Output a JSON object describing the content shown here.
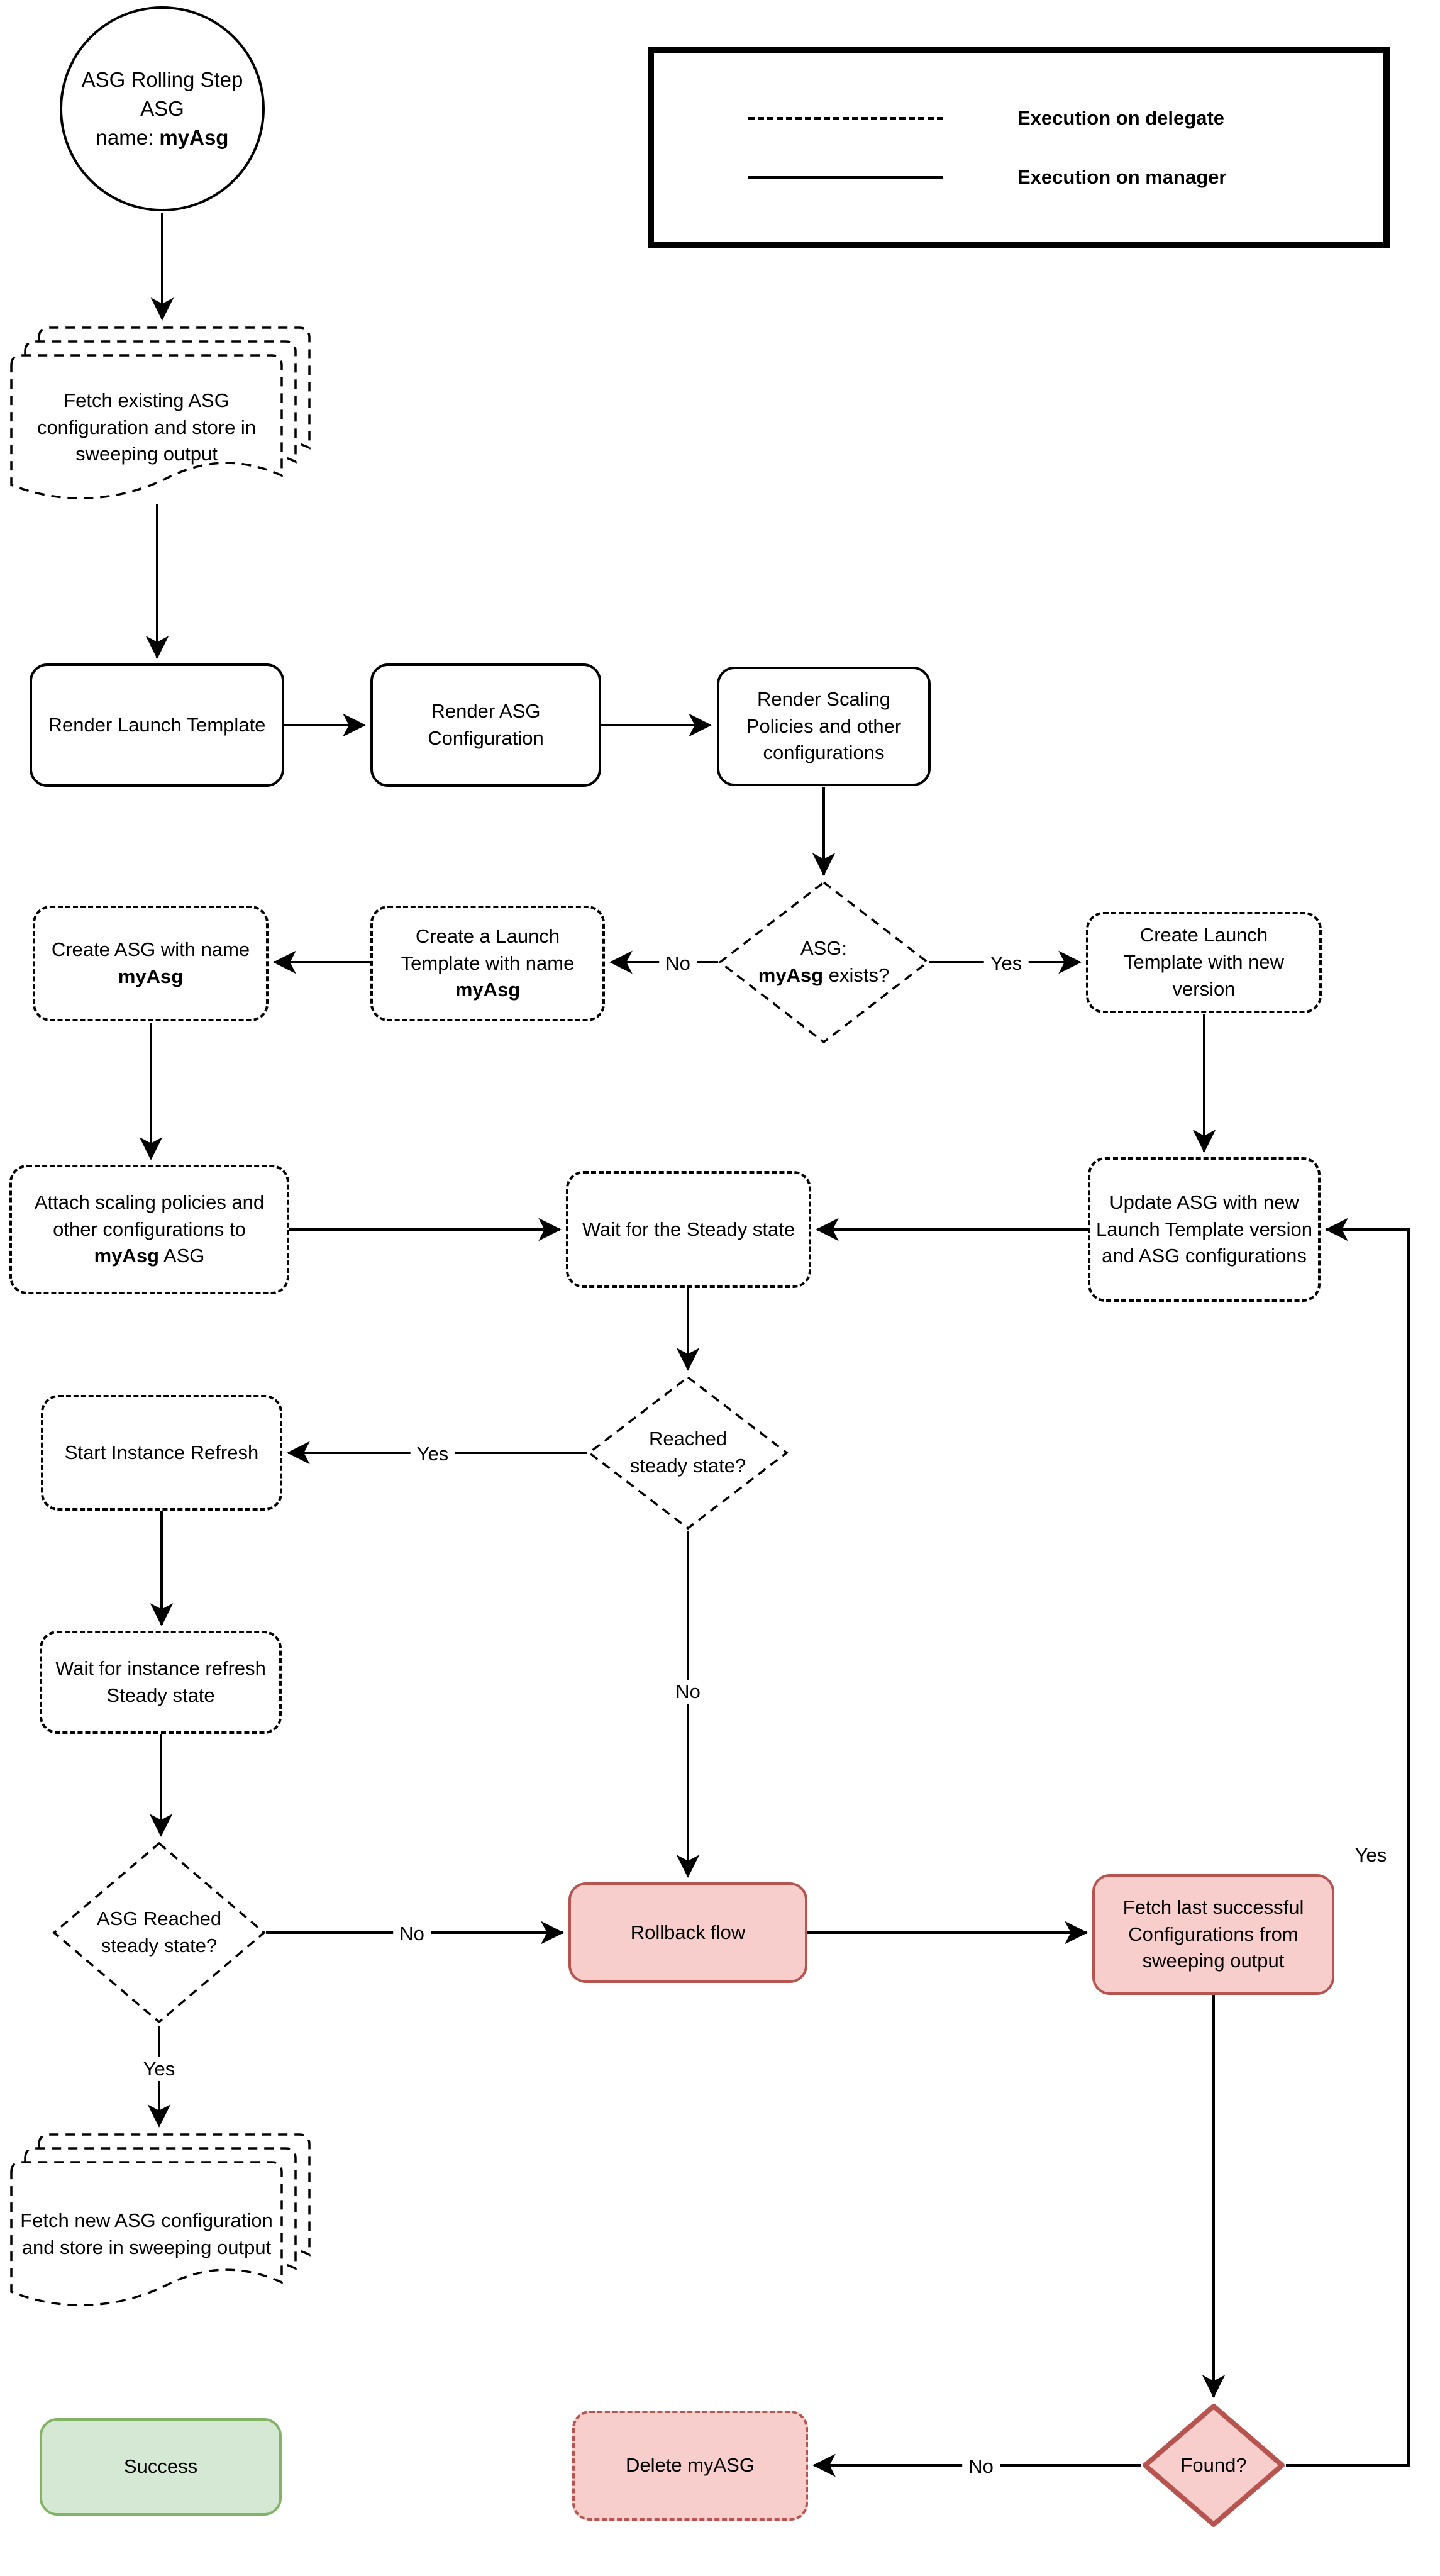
{
  "diagram": {
    "legend": {
      "delegate_label": "Execution on delegate",
      "manager_label": "Execution on manager"
    },
    "colors": {
      "line": "#000000",
      "danger_fill": "#f8cecc",
      "danger_border": "#b85450",
      "success_fill": "#d5e8d4",
      "success_border": "#82b366"
    },
    "nodes": {
      "start": {
        "line1": "ASG Rolling Step",
        "line2": "ASG",
        "name_prefix": "name: ",
        "name_bold": "myAsg"
      },
      "fetch_existing": {
        "text": "Fetch existing ASG configuration and store in sweeping output"
      },
      "render_launch_template": {
        "text": "Render Launch Template"
      },
      "render_asg_configuration": {
        "text": "Render ASG Configuration"
      },
      "render_scaling_policies": {
        "text": "Render Scaling Policies and other configurations"
      },
      "asg_exists_decision": {
        "line1": "ASG:",
        "bold": "myAsg",
        "suffix": " exists?"
      },
      "create_launch_template": {
        "prefix": "Create a Launch Template with name ",
        "bold": "myAsg"
      },
      "create_asg": {
        "prefix": "Create ASG with name ",
        "bold": "myAsg"
      },
      "create_launch_template_new_version": {
        "text": "Create Launch Template with new version"
      },
      "attach_scaling_policies": {
        "prefix": "Attach scaling policies and other configurations to ",
        "bold": "myAsg",
        "suffix": " ASG"
      },
      "wait_steady_state": {
        "text": "Wait for the Steady state"
      },
      "update_asg": {
        "text": "Update ASG with new Launch Template version and ASG configurations"
      },
      "reached_steady_state_decision": {
        "text": "Reached steady state?"
      },
      "start_instance_refresh": {
        "text": "Start Instance Refresh"
      },
      "wait_instance_refresh": {
        "text": "Wait for instance refresh Steady state"
      },
      "asg_reached_steady_state_decision": {
        "text": "ASG Reached steady state?"
      },
      "rollback_flow": {
        "text": "Rollback flow"
      },
      "fetch_last_successful": {
        "text": "Fetch last successful Configurations from sweeping output"
      },
      "fetch_new_asg": {
        "text": "Fetch new ASG configuration and store in sweeping output"
      },
      "success": {
        "text": "Success"
      },
      "delete_my_asg": {
        "text": "Delete myASG"
      },
      "found_decision": {
        "text": "Found?"
      }
    },
    "edge_labels": {
      "asg_exists_no": "No",
      "asg_exists_yes": "Yes",
      "reached_steady_yes": "Yes",
      "reached_steady_no": "No",
      "asg_reached_no": "No",
      "asg_reached_yes": "Yes",
      "found_no": "No",
      "found_yes": "Yes"
    }
  }
}
